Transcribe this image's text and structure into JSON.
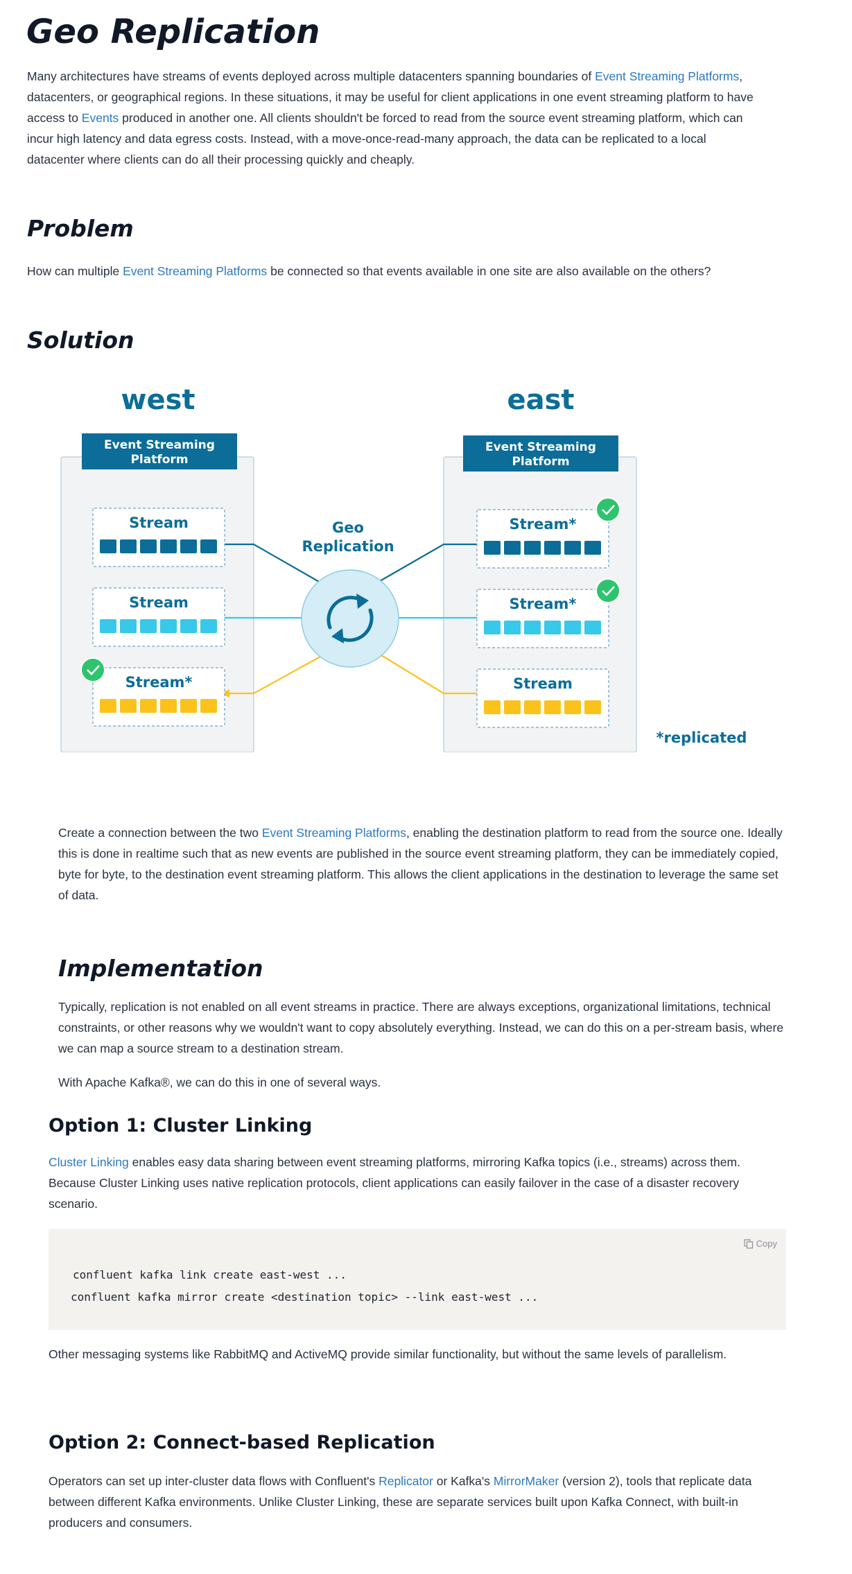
{
  "page": {
    "title": "Geo Replication",
    "intro": {
      "t1": "Many architectures have streams of events deployed across multiple datacenters spanning boundaries of ",
      "link1": "Event Streaming Platforms",
      "t2": ", datacenters, or geographical regions. In these situations, it may be useful for client applications in one event streaming platform to have access to ",
      "link2": "Events",
      "t3": " produced in another one. All clients shouldn't be forced to read from the source event streaming platform, which can incur high latency and data egress costs. Instead, with a move-once-read-many approach, the data can be replicated to a local datacenter where clients can do all their processing quickly and cheaply."
    }
  },
  "problem": {
    "heading": "Problem",
    "t1": "How can multiple ",
    "link": "Event Streaming Platforms",
    "t2": " be connected so that events available in one site are also available on the others?"
  },
  "solution": {
    "heading": "Solution",
    "t1": "Create a connection between the two ",
    "link": "Event Streaming Platforms",
    "t2": ", enabling the destination platform to read from the source one. Ideally this is done in realtime such that as new events are published in the source event streaming platform, they can be immediately copied, byte for byte, to the destination event streaming platform. This allows the client applications in the destination to leverage the same set of data."
  },
  "diagram": {
    "west_title": "west",
    "east_title": "east",
    "platform_label_line1": "Event Streaming",
    "platform_label_line2": "Platform",
    "west_streams": [
      "Stream",
      "Stream",
      "Stream*"
    ],
    "east_streams": [
      "Stream*",
      "Stream*",
      "Stream"
    ],
    "center_line1": "Geo",
    "center_line2": "Replication",
    "footnote": "*replicated",
    "colors": {
      "dark": "#0b6d98",
      "cyan": "#38c8ea",
      "yellow": "#fbc21c",
      "green": "#2ec46d"
    }
  },
  "implementation": {
    "heading": "Implementation",
    "p1": "Typically, replication is not enabled on all event streams in practice. There are always exceptions, organizational limitations, technical constraints, or other reasons why we wouldn't want to copy absolutely everything. Instead, we can do this on a per-stream basis, where we can map a source stream to a destination stream.",
    "p2": "With Apache Kafka®, we can do this in one of several ways."
  },
  "option1": {
    "heading": "Option 1: Cluster Linking",
    "link": "Cluster Linking",
    "t1": " enables easy data sharing between event streaming platforms, mirroring Kafka topics (i.e., streams) across them. Because Cluster Linking uses native replication protocols, client applications can easily failover in the case of a disaster recovery scenario.",
    "copy_label": "Copy",
    "code_line1": "confluent kafka link create east-west ...",
    "code_line2": "confluent kafka mirror create <destination topic> --link east-west ...",
    "after": "Other messaging systems like RabbitMQ and ActiveMQ provide similar functionality, but without the same levels of parallelism."
  },
  "option2": {
    "heading": "Option 2: Connect-based Replication",
    "t1": "Operators can set up inter-cluster data flows with Confluent's ",
    "link1": "Replicator",
    "t2": " or Kafka's ",
    "link2": "MirrorMaker",
    "t3": " (version 2), tools that replicate data between different Kafka environments. Unlike Cluster Linking, these are separate services built upon Kafka Connect, with built-in producers and consumers."
  }
}
